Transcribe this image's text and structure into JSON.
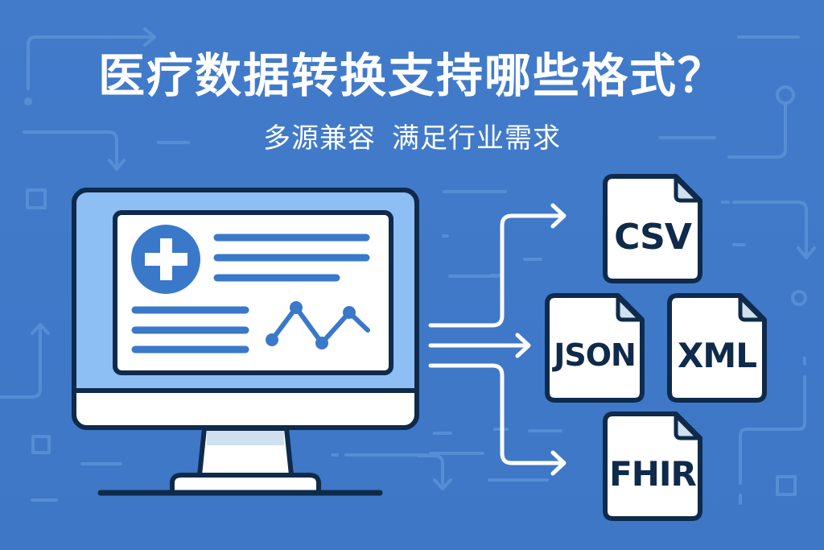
{
  "header": {
    "title": "医疗数据转换支持哪些格式？",
    "subtitle_part1": "多源兼容",
    "subtitle_part2": "满足行业需求"
  },
  "illustration": {
    "source": "monitor-with-medical-record",
    "icons": [
      "medical-cross-icon",
      "line-chart-icon",
      "text-lines"
    ],
    "arrows": 3
  },
  "formats": [
    {
      "label": "CSV"
    },
    {
      "label": "JSON"
    },
    {
      "label": "XML"
    },
    {
      "label": "FHIR"
    }
  ],
  "colors": {
    "background": "#3f79c8",
    "decor_line": "#5b92d8",
    "screen_bezel": "#8dbff5",
    "accent_blue": "#3a78c9",
    "outline": "#0f2a4a",
    "white": "#ffffff",
    "fold": "#cfe0ef"
  }
}
